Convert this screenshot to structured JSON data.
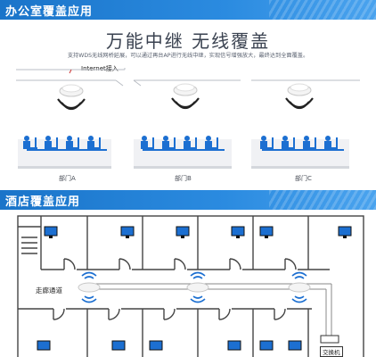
{
  "section1": {
    "title": "办公室覆盖应用"
  },
  "section2": {
    "title": "酒店覆盖应用"
  },
  "headline": "万能中继    无线覆盖",
  "subline": "支持WDS无线网桥延展，可以通过再台AP进行无线中继，实现信号增强放大，最终达到全面覆盖。",
  "internet_label": "Internet接入",
  "departments": [
    "部门A",
    "部门B",
    "部门C"
  ],
  "hallway_label": "走廊通道",
  "switch_label": "交换机",
  "colors": {
    "banner": "#1a74c9",
    "accent": "#1c6fd1"
  }
}
